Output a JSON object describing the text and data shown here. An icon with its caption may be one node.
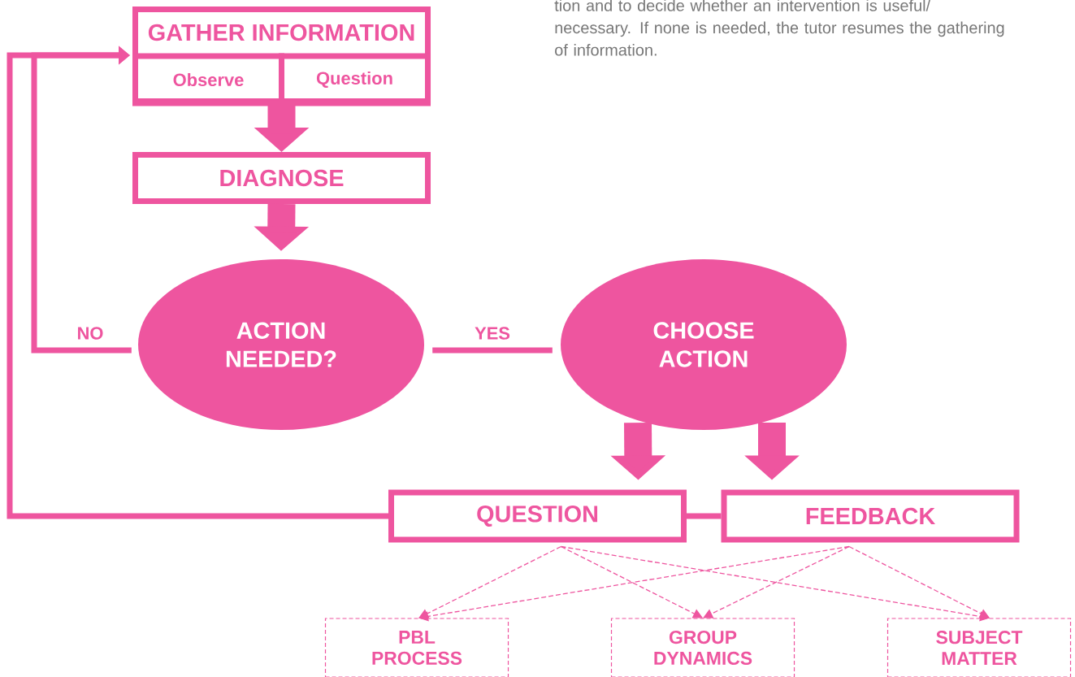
{
  "diagram": {
    "nodes": [
      {
        "text": [
          "GATHER INFORMATION"
        ]
      },
      {
        "text": [
          "Observe"
        ],
        "in": 0
      },
      {
        "text": [
          "Question"
        ],
        "in": 0
      },
      {
        "text": [
          "DIAGNOSE"
        ]
      },
      {
        "text": [
          "ACTION NEEDED?"
        ]
      },
      {
        "text": [
          "CHOOSE ACTION"
        ]
      },
      {
        "text": [
          "QUESTION"
        ]
      },
      {
        "text": [
          "FEEDBACK"
        ]
      },
      {
        "text": [
          "PBL PROCESS"
        ]
      },
      {
        "text": [
          "GROUP DYNAMICS"
        ]
      },
      {
        "text": [
          "SUBJECT MATTER"
        ]
      }
    ],
    "edges": [
      {
        "from": 0,
        "to": 3,
        "arrow": "to",
        "style": "thick"
      },
      {
        "from": 3,
        "to": 4,
        "arrow": "to",
        "style": "thick"
      },
      {
        "from": 4,
        "to": 5,
        "arrow": "none",
        "label": "YES"
      },
      {
        "from": 4,
        "to": 0,
        "arrow": "to",
        "label": "NO"
      },
      {
        "from": 5,
        "to": 6,
        "arrow": "to",
        "style": "thick"
      },
      {
        "from": 5,
        "to": 7,
        "arrow": "to",
        "style": "thick"
      },
      {
        "from": 6,
        "to": 0,
        "arrow": "to"
      },
      {
        "from": 6,
        "to": 7,
        "arrow": "none"
      },
      {
        "from": 6,
        "to": 8,
        "arrow": "to",
        "style": "dashed"
      },
      {
        "from": 6,
        "to": 9,
        "arrow": "to",
        "style": "dashed"
      },
      {
        "from": 6,
        "to": 10,
        "arrow": "to",
        "style": "dashed"
      },
      {
        "from": 7,
        "to": 8,
        "arrow": "to",
        "style": "dashed"
      },
      {
        "from": 7,
        "to": 9,
        "arrow": "to",
        "style": "dashed"
      },
      {
        "from": 7,
        "to": 10,
        "arrow": "to",
        "style": "dashed"
      }
    ],
    "labels": [
      "tion and to decide whether an intervention is useful/ necessary. If none is needed, the tutor resumes the gathering of information."
    ]
  }
}
